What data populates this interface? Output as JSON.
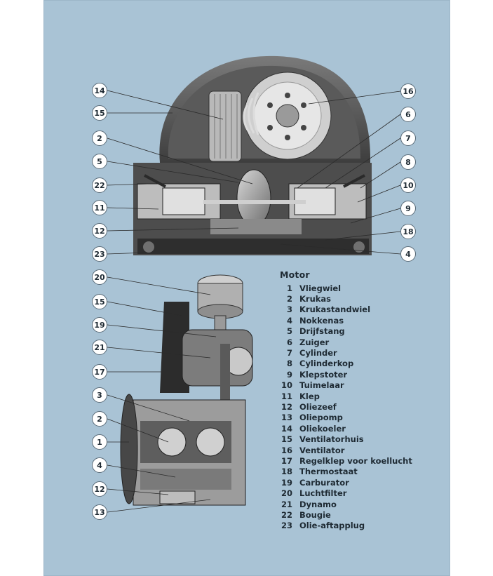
{
  "legend": {
    "title": "Motor",
    "items": [
      {
        "num": "1",
        "label": "Vliegwiel"
      },
      {
        "num": "2",
        "label": "Krukas"
      },
      {
        "num": "3",
        "label": "Krukastandwiel"
      },
      {
        "num": "4",
        "label": "Nokkenas"
      },
      {
        "num": "5",
        "label": "Drijfstang"
      },
      {
        "num": "6",
        "label": "Zuiger"
      },
      {
        "num": "7",
        "label": "Cylinder"
      },
      {
        "num": "8",
        "label": "Cylinderkop"
      },
      {
        "num": "9",
        "label": "Klepstoter"
      },
      {
        "num": "10",
        "label": "Tuimelaar"
      },
      {
        "num": "11",
        "label": "Klep"
      },
      {
        "num": "12",
        "label": "Oliezeef"
      },
      {
        "num": "13",
        "label": "Oliepomp"
      },
      {
        "num": "14",
        "label": "Oliekoeler"
      },
      {
        "num": "15",
        "label": "Ventilatorhuis"
      },
      {
        "num": "16",
        "label": "Ventilator"
      },
      {
        "num": "17",
        "label": "Regelklep voor koellucht"
      },
      {
        "num": "18",
        "label": "Thermostaat"
      },
      {
        "num": "19",
        "label": "Carburator"
      },
      {
        "num": "20",
        "label": "Luchtfilter"
      },
      {
        "num": "21",
        "label": "Dynamo"
      },
      {
        "num": "22",
        "label": "Bougie"
      },
      {
        "num": "23",
        "label": "Olie-aftapplug"
      }
    ]
  },
  "callouts_top": {
    "left": [
      "14",
      "15",
      "2",
      "5",
      "22",
      "11",
      "12",
      "23"
    ],
    "right": [
      "16",
      "6",
      "7",
      "8",
      "10",
      "9",
      "18",
      "4"
    ]
  },
  "callouts_bottom": {
    "left": [
      "20",
      "15",
      "19",
      "21",
      "17",
      "3",
      "2",
      "1",
      "4",
      "12",
      "13"
    ]
  }
}
